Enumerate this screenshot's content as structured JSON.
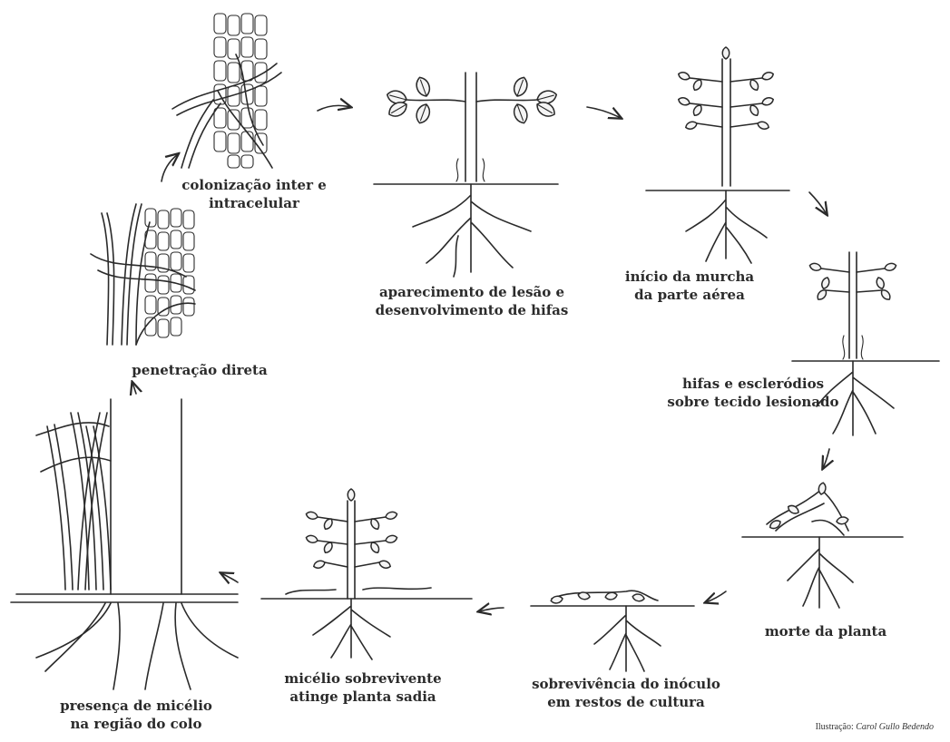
{
  "stages": [
    {
      "id": "penetration",
      "line1": "penetração direta",
      "line2": ""
    },
    {
      "id": "colonization",
      "line1": "colonização inter e",
      "line2": "intracelular"
    },
    {
      "id": "lesion",
      "line1": "aparecimento de lesão e",
      "line2": "desenvolvimento de hifas"
    },
    {
      "id": "wilting",
      "line1": "início da murcha",
      "line2": "da parte aérea"
    },
    {
      "id": "sclerotia",
      "line1": "hifas e escleródios",
      "line2": "sobre tecido lesionado"
    },
    {
      "id": "death",
      "line1": "morte da planta",
      "line2": ""
    },
    {
      "id": "survival",
      "line1": "sobrevivência do inóculo",
      "line2": "em restos de cultura"
    },
    {
      "id": "healthy",
      "line1": "micélio sobrevivente",
      "line2": "atinge planta sadia"
    },
    {
      "id": "collar",
      "line1": "presença de micélio",
      "line2": "na região do colo"
    }
  ],
  "credit": {
    "prefix": "Ilustração:",
    "author": "Carol Gullo Bedendo"
  }
}
